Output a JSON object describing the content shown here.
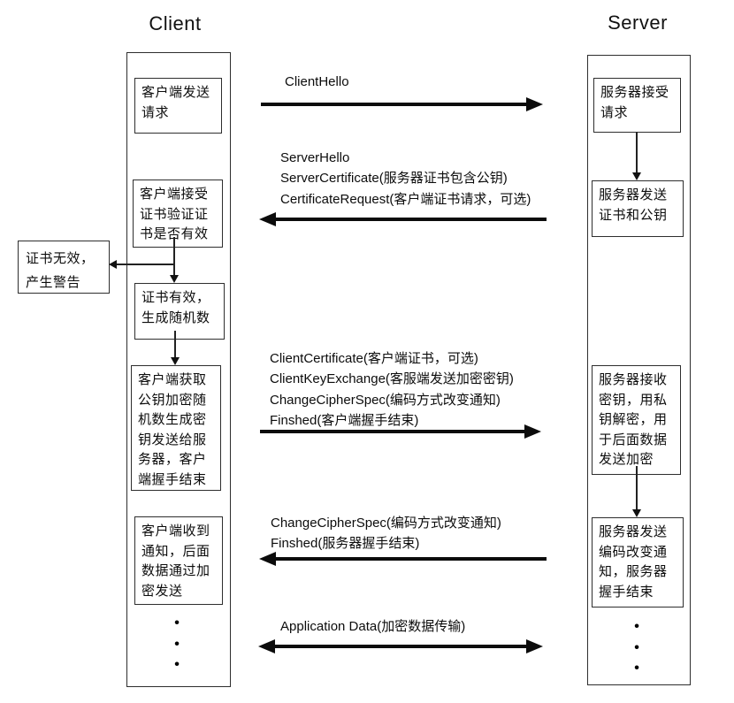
{
  "titles": {
    "client": "Client",
    "server": "Server"
  },
  "client_lane": {
    "steps": [
      {
        "id": "send-request",
        "text": "客户端发送\n请求"
      },
      {
        "id": "verify-certificate",
        "text": "客户端接受\n证书验证证\n书是否有效"
      },
      {
        "id": "cert-valid",
        "text": "证书有效，\n生成随机数"
      },
      {
        "id": "make-session-key",
        "text": "客户端获取\n公钥加密随\n机数生成密\n钥发送给服\n务器，客户\n端握手结束"
      },
      {
        "id": "receive-notice",
        "text": "客户端收到\n通知，后面\n数据通过加\n密发送"
      }
    ],
    "ellipsis": "•\n•\n•"
  },
  "server_lane": {
    "steps": [
      {
        "id": "accept-request",
        "text": "服务器接受\n请求"
      },
      {
        "id": "send-certificate",
        "text": "服务器发送\n证书和公钥"
      },
      {
        "id": "receive-key",
        "text": "服务器接收\n密钥，用私\n钥解密，用\n于后面数据\n发送加密"
      },
      {
        "id": "send-change-notice",
        "text": "服务器发送\n编码改变通\n知，服务器\n握手结束"
      }
    ],
    "ellipsis": "•\n•\n•"
  },
  "branch_note": {
    "text": "证书无效，\n产生警告"
  },
  "messages": [
    {
      "direction": "right",
      "lines": [
        "ClientHello"
      ]
    },
    {
      "direction": "left",
      "lines": [
        "ServerHello",
        "ServerCertificate(服务器证书包含公钥)",
        "CertificateRequest(客户端证书请求，可选)"
      ]
    },
    {
      "direction": "right",
      "lines": [
        "ClientCertificate(客户端证书，可选)",
        "ClientKeyExchange(客服端发送加密密钥)",
        "ChangeCipherSpec(编码方式改变通知)",
        "Finshed(客户端握手结束)"
      ]
    },
    {
      "direction": "left",
      "lines": [
        "ChangeCipherSpec(编码方式改变通知)",
        "Finshed(服务器握手结束)"
      ]
    },
    {
      "direction": "both",
      "lines": [
        "Application Data(加密数据传输)"
      ]
    }
  ],
  "colors": {
    "ink": "#0c0c0c",
    "background": "#ffffff",
    "box_border": "#2e2e2e"
  }
}
